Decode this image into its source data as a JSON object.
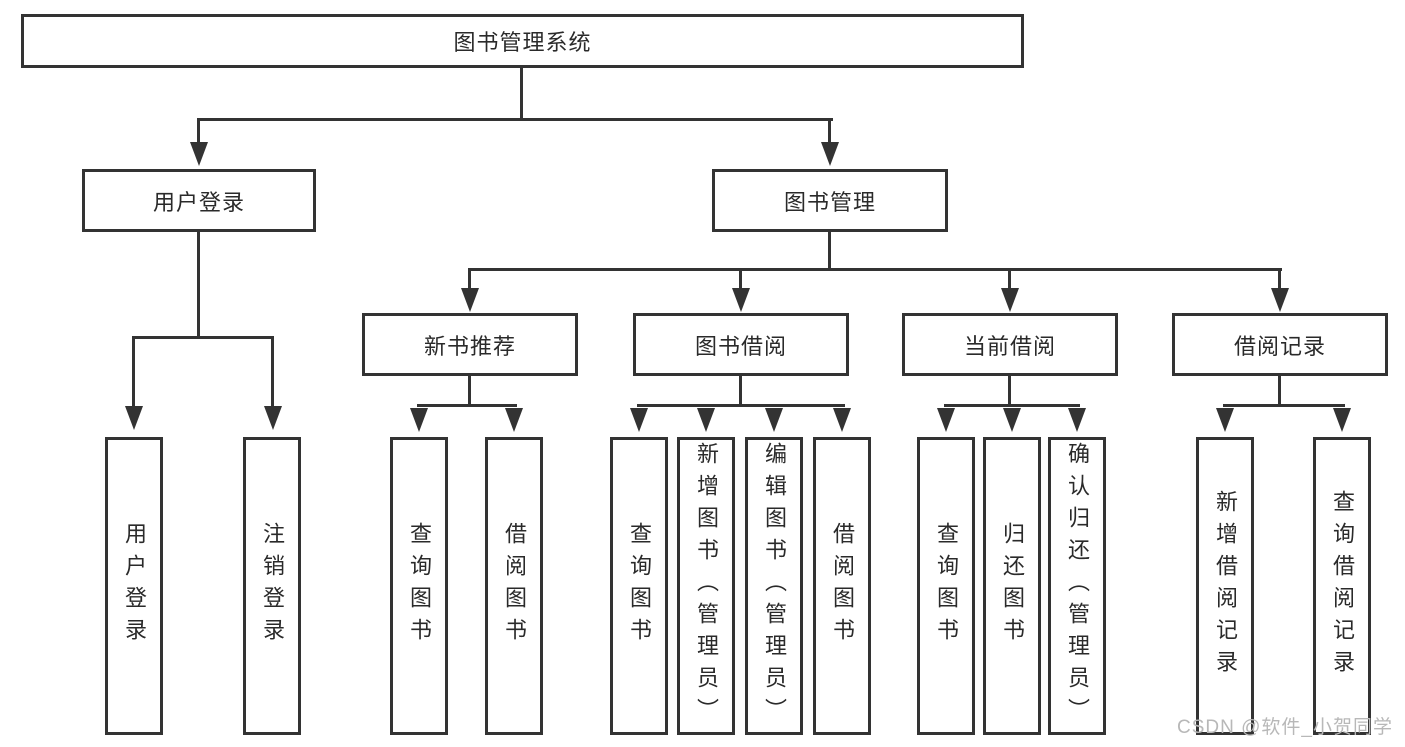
{
  "colors": {
    "line": "#333333",
    "text": "#2a2a2a",
    "box_fill": "#ffffff",
    "background": "#ffffff",
    "watermark": "#b8b8b8"
  },
  "tree": {
    "root": {
      "label": "图书管理系统",
      "children": [
        {
          "label": "用户登录",
          "children": [
            {
              "label": "用户登录"
            },
            {
              "label": "注销登录"
            }
          ]
        },
        {
          "label": "图书管理",
          "children": [
            {
              "label": "新书推荐",
              "children": [
                {
                  "label": "查询图书"
                },
                {
                  "label": "借阅图书"
                }
              ]
            },
            {
              "label": "图书借阅",
              "children": [
                {
                  "label": "查询图书"
                },
                {
                  "label": "新增图书（管理员）"
                },
                {
                  "label": "编辑图书（管理员）"
                },
                {
                  "label": "借阅图书"
                }
              ]
            },
            {
              "label": "当前借阅",
              "children": [
                {
                  "label": "查询图书"
                },
                {
                  "label": "归还图书"
                },
                {
                  "label": "确认归还（管理员）"
                }
              ]
            },
            {
              "label": "借阅记录",
              "children": [
                {
                  "label": "新增借阅记录"
                },
                {
                  "label": "查询借阅记录"
                }
              ]
            }
          ]
        }
      ]
    }
  },
  "watermark": {
    "text": "CSDN @软件_小贺同学"
  }
}
